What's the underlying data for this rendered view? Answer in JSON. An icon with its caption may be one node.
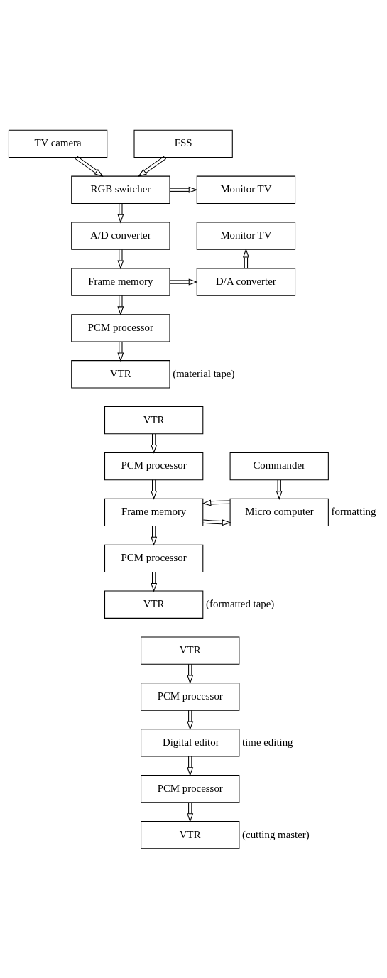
{
  "diagram": {
    "nodes": [
      {
        "text": [
          "TV camera"
        ]
      },
      {
        "text": [
          "FSS"
        ]
      },
      {
        "text": [
          "RGB switcher"
        ]
      },
      {
        "text": [
          "Monitor TV"
        ]
      },
      {
        "text": [
          "A/D converter"
        ]
      },
      {
        "text": [
          "Monitor TV"
        ]
      },
      {
        "text": [
          "Frame memory"
        ]
      },
      {
        "text": [
          "D/A converter"
        ]
      },
      {
        "text": [
          "PCM processor"
        ]
      },
      {
        "text": [
          "VTR"
        ],
        "beside": [
          "(material tape)"
        ]
      },
      {
        "text": [
          "VTR"
        ]
      },
      {
        "text": [
          "PCM processor"
        ]
      },
      {
        "text": [
          "Commander"
        ]
      },
      {
        "text": [
          "Frame memory"
        ]
      },
      {
        "text": [
          "Micro computer"
        ],
        "beside": [
          "formatting"
        ]
      },
      {
        "text": [
          "PCM processor"
        ]
      },
      {
        "text": [
          "VTR"
        ],
        "beside": [
          "(formatted tape)"
        ]
      },
      {
        "text": [
          "VTR"
        ]
      },
      {
        "text": [
          "PCM processor"
        ]
      },
      {
        "text": [
          "Digital editor"
        ],
        "beside": [
          "time editing"
        ]
      },
      {
        "text": [
          "PCM processor"
        ]
      },
      {
        "text": [
          "VTR"
        ],
        "beside": [
          "(cutting master)"
        ]
      }
    ],
    "edges": [
      {
        "from": 0,
        "to": 2,
        "arrow": "to"
      },
      {
        "from": 1,
        "to": 2,
        "arrow": "to"
      },
      {
        "from": 2,
        "to": 3,
        "arrow": "to"
      },
      {
        "from": 2,
        "to": 4,
        "arrow": "to"
      },
      {
        "from": 4,
        "to": 6,
        "arrow": "to"
      },
      {
        "from": 6,
        "to": 7,
        "arrow": "to"
      },
      {
        "from": 7,
        "to": 5,
        "arrow": "to"
      },
      {
        "from": 6,
        "to": 8,
        "arrow": "to"
      },
      {
        "from": 8,
        "to": 9,
        "arrow": "to"
      },
      {
        "from": 10,
        "to": 11,
        "arrow": "to"
      },
      {
        "from": 11,
        "to": 13,
        "arrow": "to"
      },
      {
        "from": 12,
        "to": 14,
        "arrow": "to"
      },
      {
        "from": 13,
        "to": 14,
        "arrow": "to"
      },
      {
        "from": 14,
        "to": 13,
        "arrow": "to"
      },
      {
        "from": 13,
        "to": 15,
        "arrow": "to"
      },
      {
        "from": 15,
        "to": 16,
        "arrow": "to"
      },
      {
        "from": 17,
        "to": 18,
        "arrow": "to"
      },
      {
        "from": 18,
        "to": 19,
        "arrow": "to"
      },
      {
        "from": 19,
        "to": 20,
        "arrow": "to"
      },
      {
        "from": 20,
        "to": 21,
        "arrow": "to"
      }
    ]
  }
}
